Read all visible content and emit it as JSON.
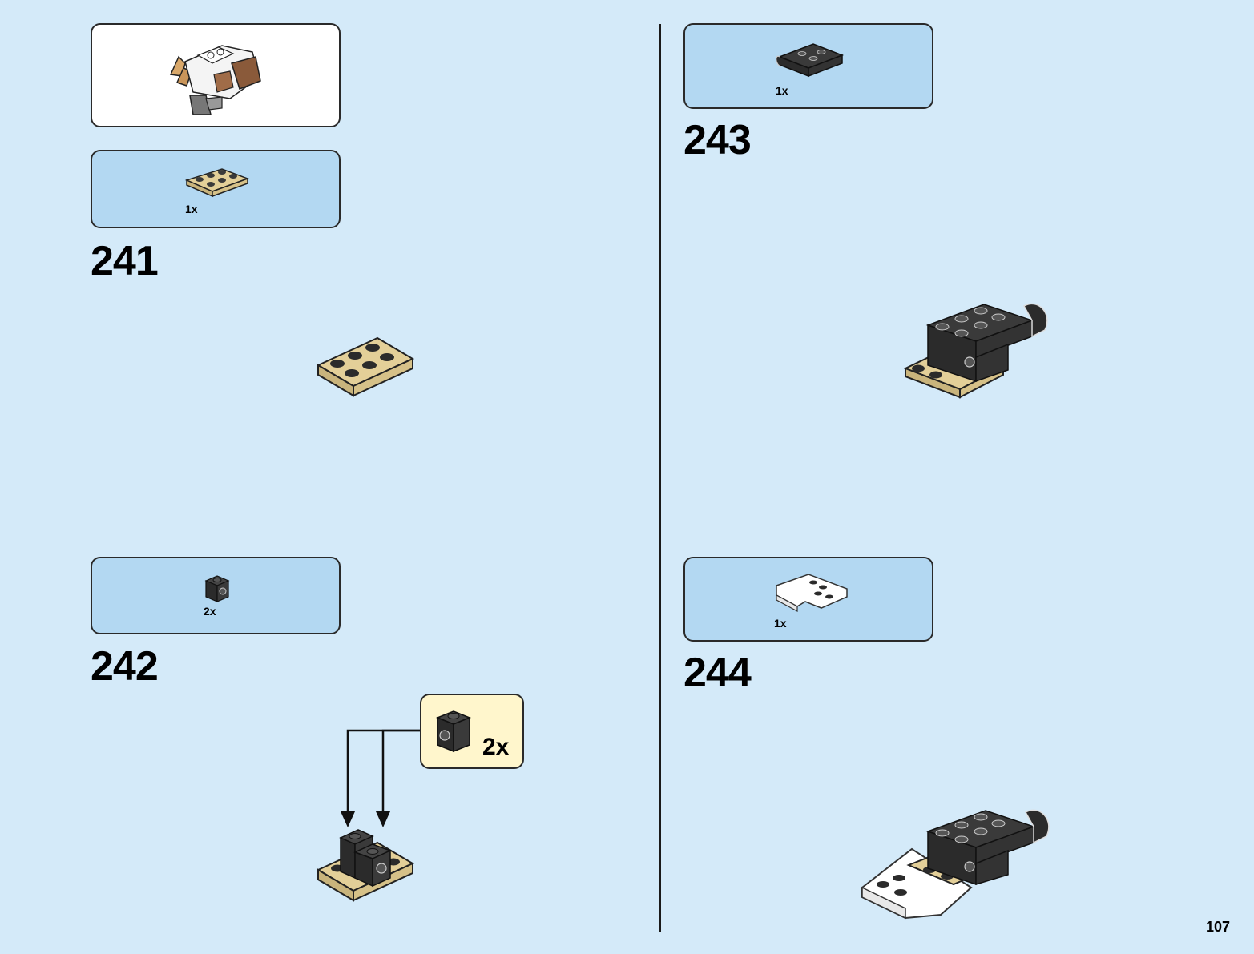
{
  "page": {
    "number": "107"
  },
  "submodel_preview": {
    "icon": "white-mech-head-preview"
  },
  "steps": [
    {
      "number": "241",
      "parts": [
        {
          "qty": "1x",
          "icon": "tan-plate-2x3"
        }
      ]
    },
    {
      "number": "242",
      "parts": [
        {
          "qty": "2x",
          "icon": "black-brick-1x1-side-stud"
        }
      ],
      "subassembly_callout": {
        "qty": "2x",
        "icon": "black-brick-1x1-side-stud"
      }
    },
    {
      "number": "243",
      "parts": [
        {
          "qty": "1x",
          "icon": "black-plate-with-clip"
        }
      ]
    },
    {
      "number": "244",
      "parts": [
        {
          "qty": "1x",
          "icon": "white-wedge-plate"
        }
      ]
    }
  ],
  "colors": {
    "background": "#d4eaf9",
    "parts_box": "#b3d8f2",
    "callout_box": "#fff6cc",
    "tan": "#e3cf98",
    "black_part": "#2b2b2b"
  }
}
